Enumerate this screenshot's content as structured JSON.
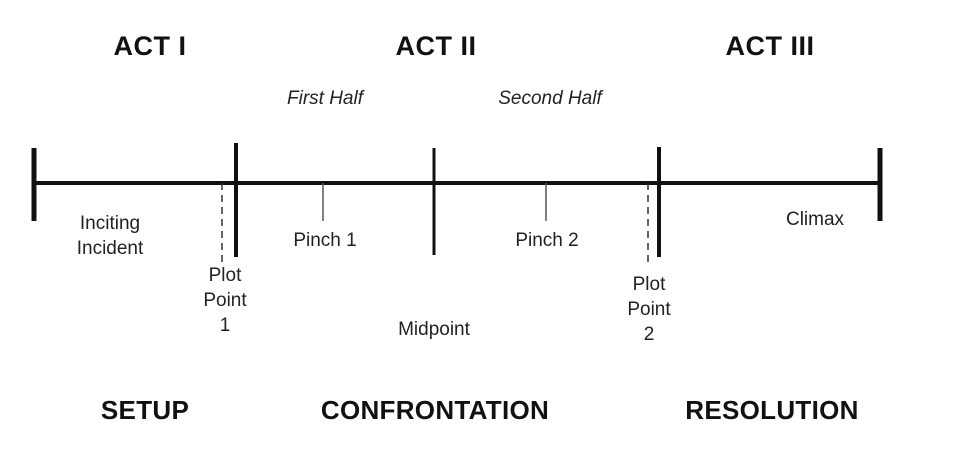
{
  "acts": {
    "act1": "ACT I",
    "act2": "ACT II",
    "act3": "ACT III"
  },
  "halves": {
    "first": "First Half",
    "second": "Second Half"
  },
  "events": {
    "inciting_incident": "Inciting\nIncident",
    "plot_point_1": "Plot\nPoint\n1",
    "pinch_1": "Pinch 1",
    "midpoint": "Midpoint",
    "pinch_2": "Pinch 2",
    "plot_point_2": "Plot\nPoint\n2",
    "climax": "Climax"
  },
  "sections": {
    "setup": "SETUP",
    "confrontation": "CONFRONTATION",
    "resolution": "RESOLUTION"
  },
  "colors": {
    "line": "#111111",
    "tick": "#555555"
  }
}
